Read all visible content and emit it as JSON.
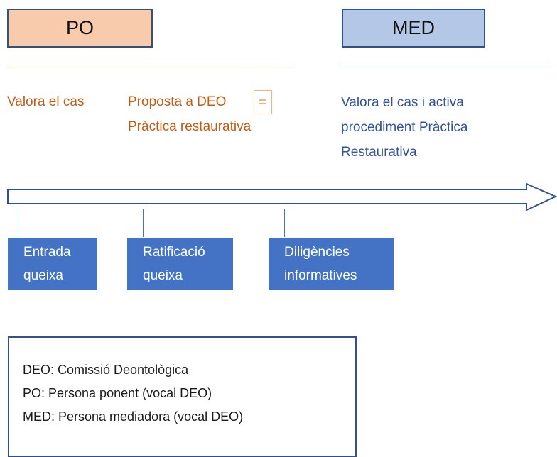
{
  "headers": {
    "po_label": "PO",
    "med_label": "MED"
  },
  "po": {
    "text1": "Valora el cas",
    "text2_line1": "Proposta a DEO",
    "text2_line2": "Pràctica restaurativa"
  },
  "med": {
    "line1": "Valora el cas i activa",
    "line2": "procediment Pràctica",
    "line3": "Restaurativa"
  },
  "steps": [
    {
      "line1": "Entrada",
      "line2": "queixa"
    },
    {
      "line1": "Ratificació",
      "line2": "queixa"
    },
    {
      "line1": "Diligències",
      "line2": "informatives"
    }
  ],
  "legend": [
    "DEO: Comissió Deontològica",
    "PO: Persona ponent (vocal DEO)",
    "MED: Persona mediadora (vocal DEO)"
  ],
  "colors": {
    "po_fill": "#f8cbad",
    "med_fill": "#b4c7e7",
    "box_border": "#2f528f",
    "orange_text": "#c55a11",
    "blue_text": "#2f5597",
    "step_fill": "#4472c4"
  },
  "icons": [
    "document-icon",
    "timeline-arrow"
  ]
}
